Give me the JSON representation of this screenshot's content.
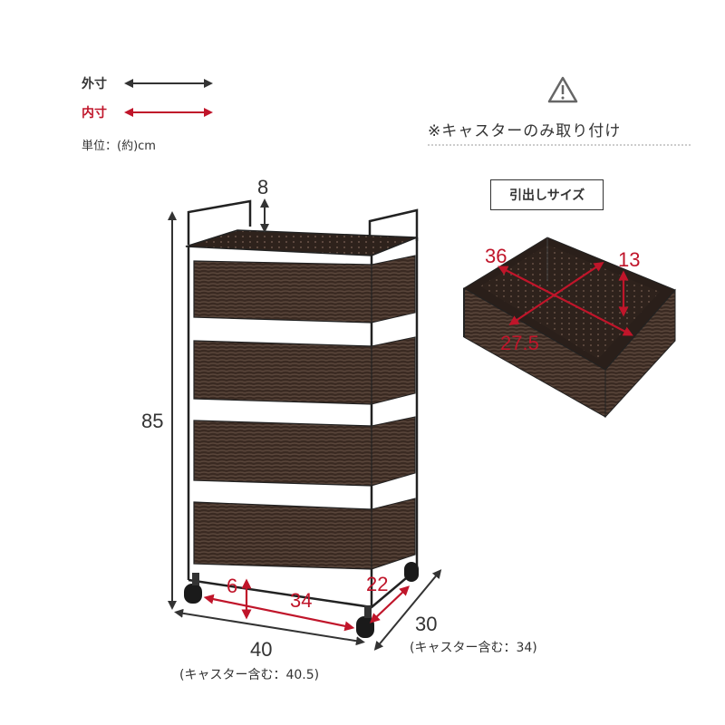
{
  "legend": {
    "outer_label": "外寸",
    "inner_label": "内寸",
    "unit_label": "単位：(約)cm",
    "outer_color": "#333333",
    "inner_color": "#c0152a"
  },
  "notice": {
    "icon": "warning-icon",
    "text": "※キャスターのみ取り付け"
  },
  "drawer_size": {
    "title": "引出しサイズ",
    "width": "36",
    "height": "13",
    "depth": "27.5"
  },
  "dimensions": {
    "top_gap": "8",
    "height": "85",
    "width": "40",
    "width_note": "(キャスター含む：40.5)",
    "depth": "30",
    "depth_note": "(キャスター含む：34)",
    "inner_height": "6",
    "inner_width": "34",
    "inner_depth": "22"
  }
}
